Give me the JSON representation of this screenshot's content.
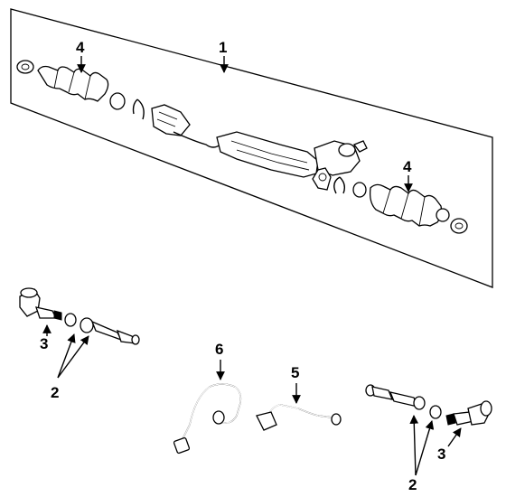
{
  "callouts": {
    "c1": "1",
    "c4a": "4",
    "c4b": "4",
    "c3a": "3",
    "c2a": "2",
    "c6": "6",
    "c5": "5",
    "c2b": "2",
    "c3b": "3"
  },
  "colors": {
    "ink": "#000000",
    "paper": "#ffffff"
  }
}
